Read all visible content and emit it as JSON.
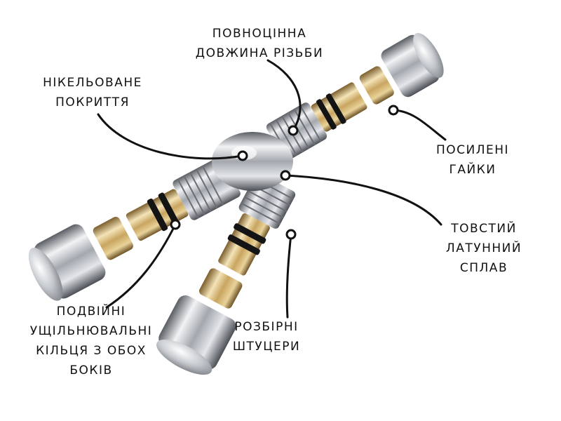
{
  "colors": {
    "label_text": "#111111",
    "leader_line": "#111111",
    "chrome_light": "#f2f3f5",
    "chrome_mid": "#a4a8ae",
    "chrome_dark": "#4b4f55",
    "brass_light": "#f4e4b8",
    "brass_mid": "#c9a560",
    "brass_dark": "#7c5e2c",
    "seal_black": "#141414"
  },
  "callouts": {
    "thread_length": {
      "lines": [
        "ПОВНОЦІННА",
        "ДОВЖИНА РІЗЬБИ"
      ]
    },
    "nickel_coating": {
      "lines": [
        "НІКЕЛЬОВАНЕ",
        "ПОКРИТТЯ"
      ]
    },
    "reinforced_nuts": {
      "lines": [
        "ПОСИЛЕНІ",
        "ГАЙКИ"
      ]
    },
    "thick_brass": {
      "lines": [
        "ТОВСТИЙ",
        "ЛАТУННИЙ",
        "СПЛАВ"
      ]
    },
    "double_seals": {
      "lines": [
        "ПОДВІЙНІ",
        "УЩІЛЬНЮВАЛЬНІ",
        "КІЛЬЦЯ З ОБОХ",
        "БОКІВ"
      ]
    },
    "removable_fittings": {
      "lines": [
        "РОЗБІРНІ",
        "ШТУЦЕРИ"
      ]
    }
  },
  "icons": {
    "tee_body": "brass-tee-fitting",
    "nuts": "hex-nut",
    "rings": "split-compression-ring",
    "inserts": "pipe-insert-with-o-rings"
  }
}
